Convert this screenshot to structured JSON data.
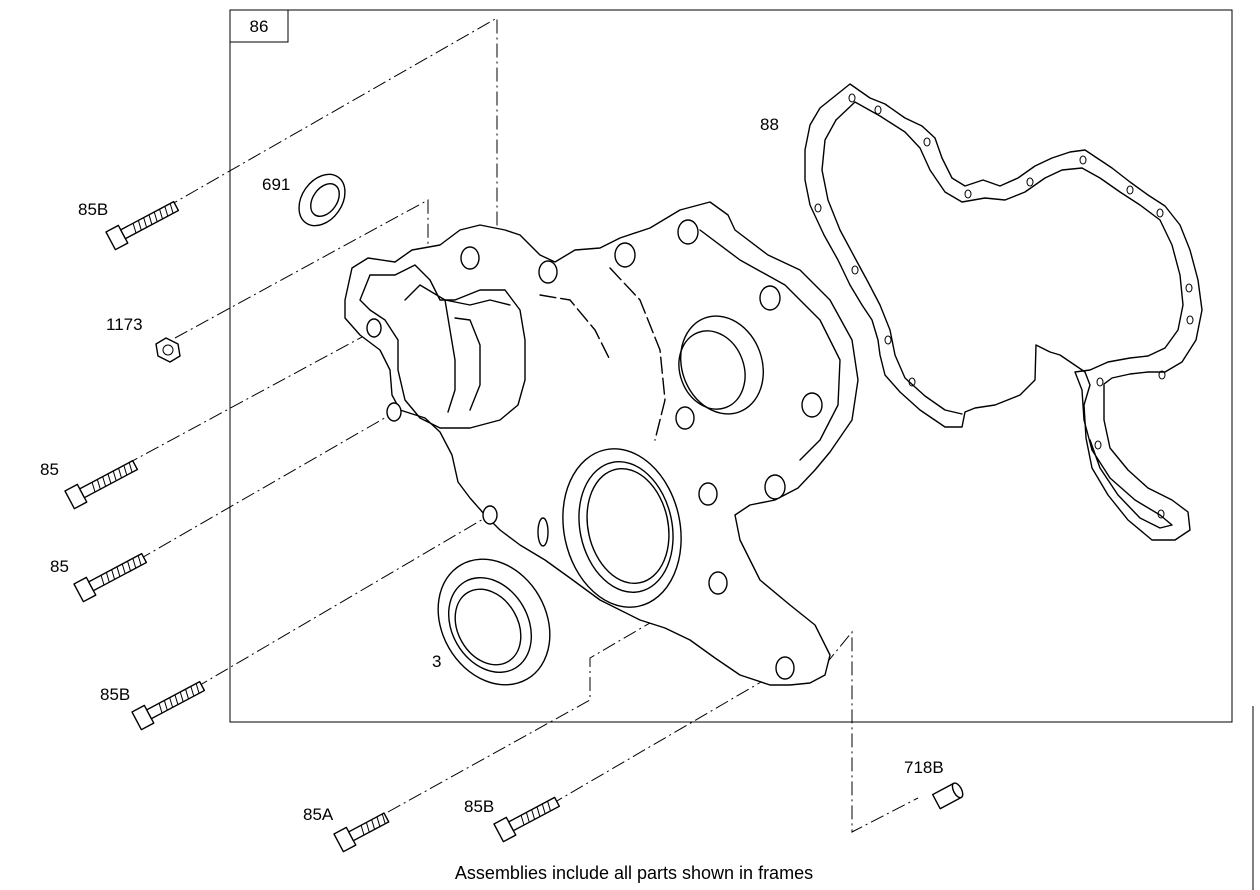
{
  "frame_label": "86",
  "caption": "Assemblies include all parts shown in frames",
  "callouts": {
    "c88": "88",
    "c691": "691",
    "c85B_top": "85B",
    "c1173": "1173",
    "c85_a": "85",
    "c85_b": "85",
    "c85B_mid": "85B",
    "c3": "3",
    "c85A": "85A",
    "c85B_bottom": "85B",
    "c718B": "718B"
  }
}
